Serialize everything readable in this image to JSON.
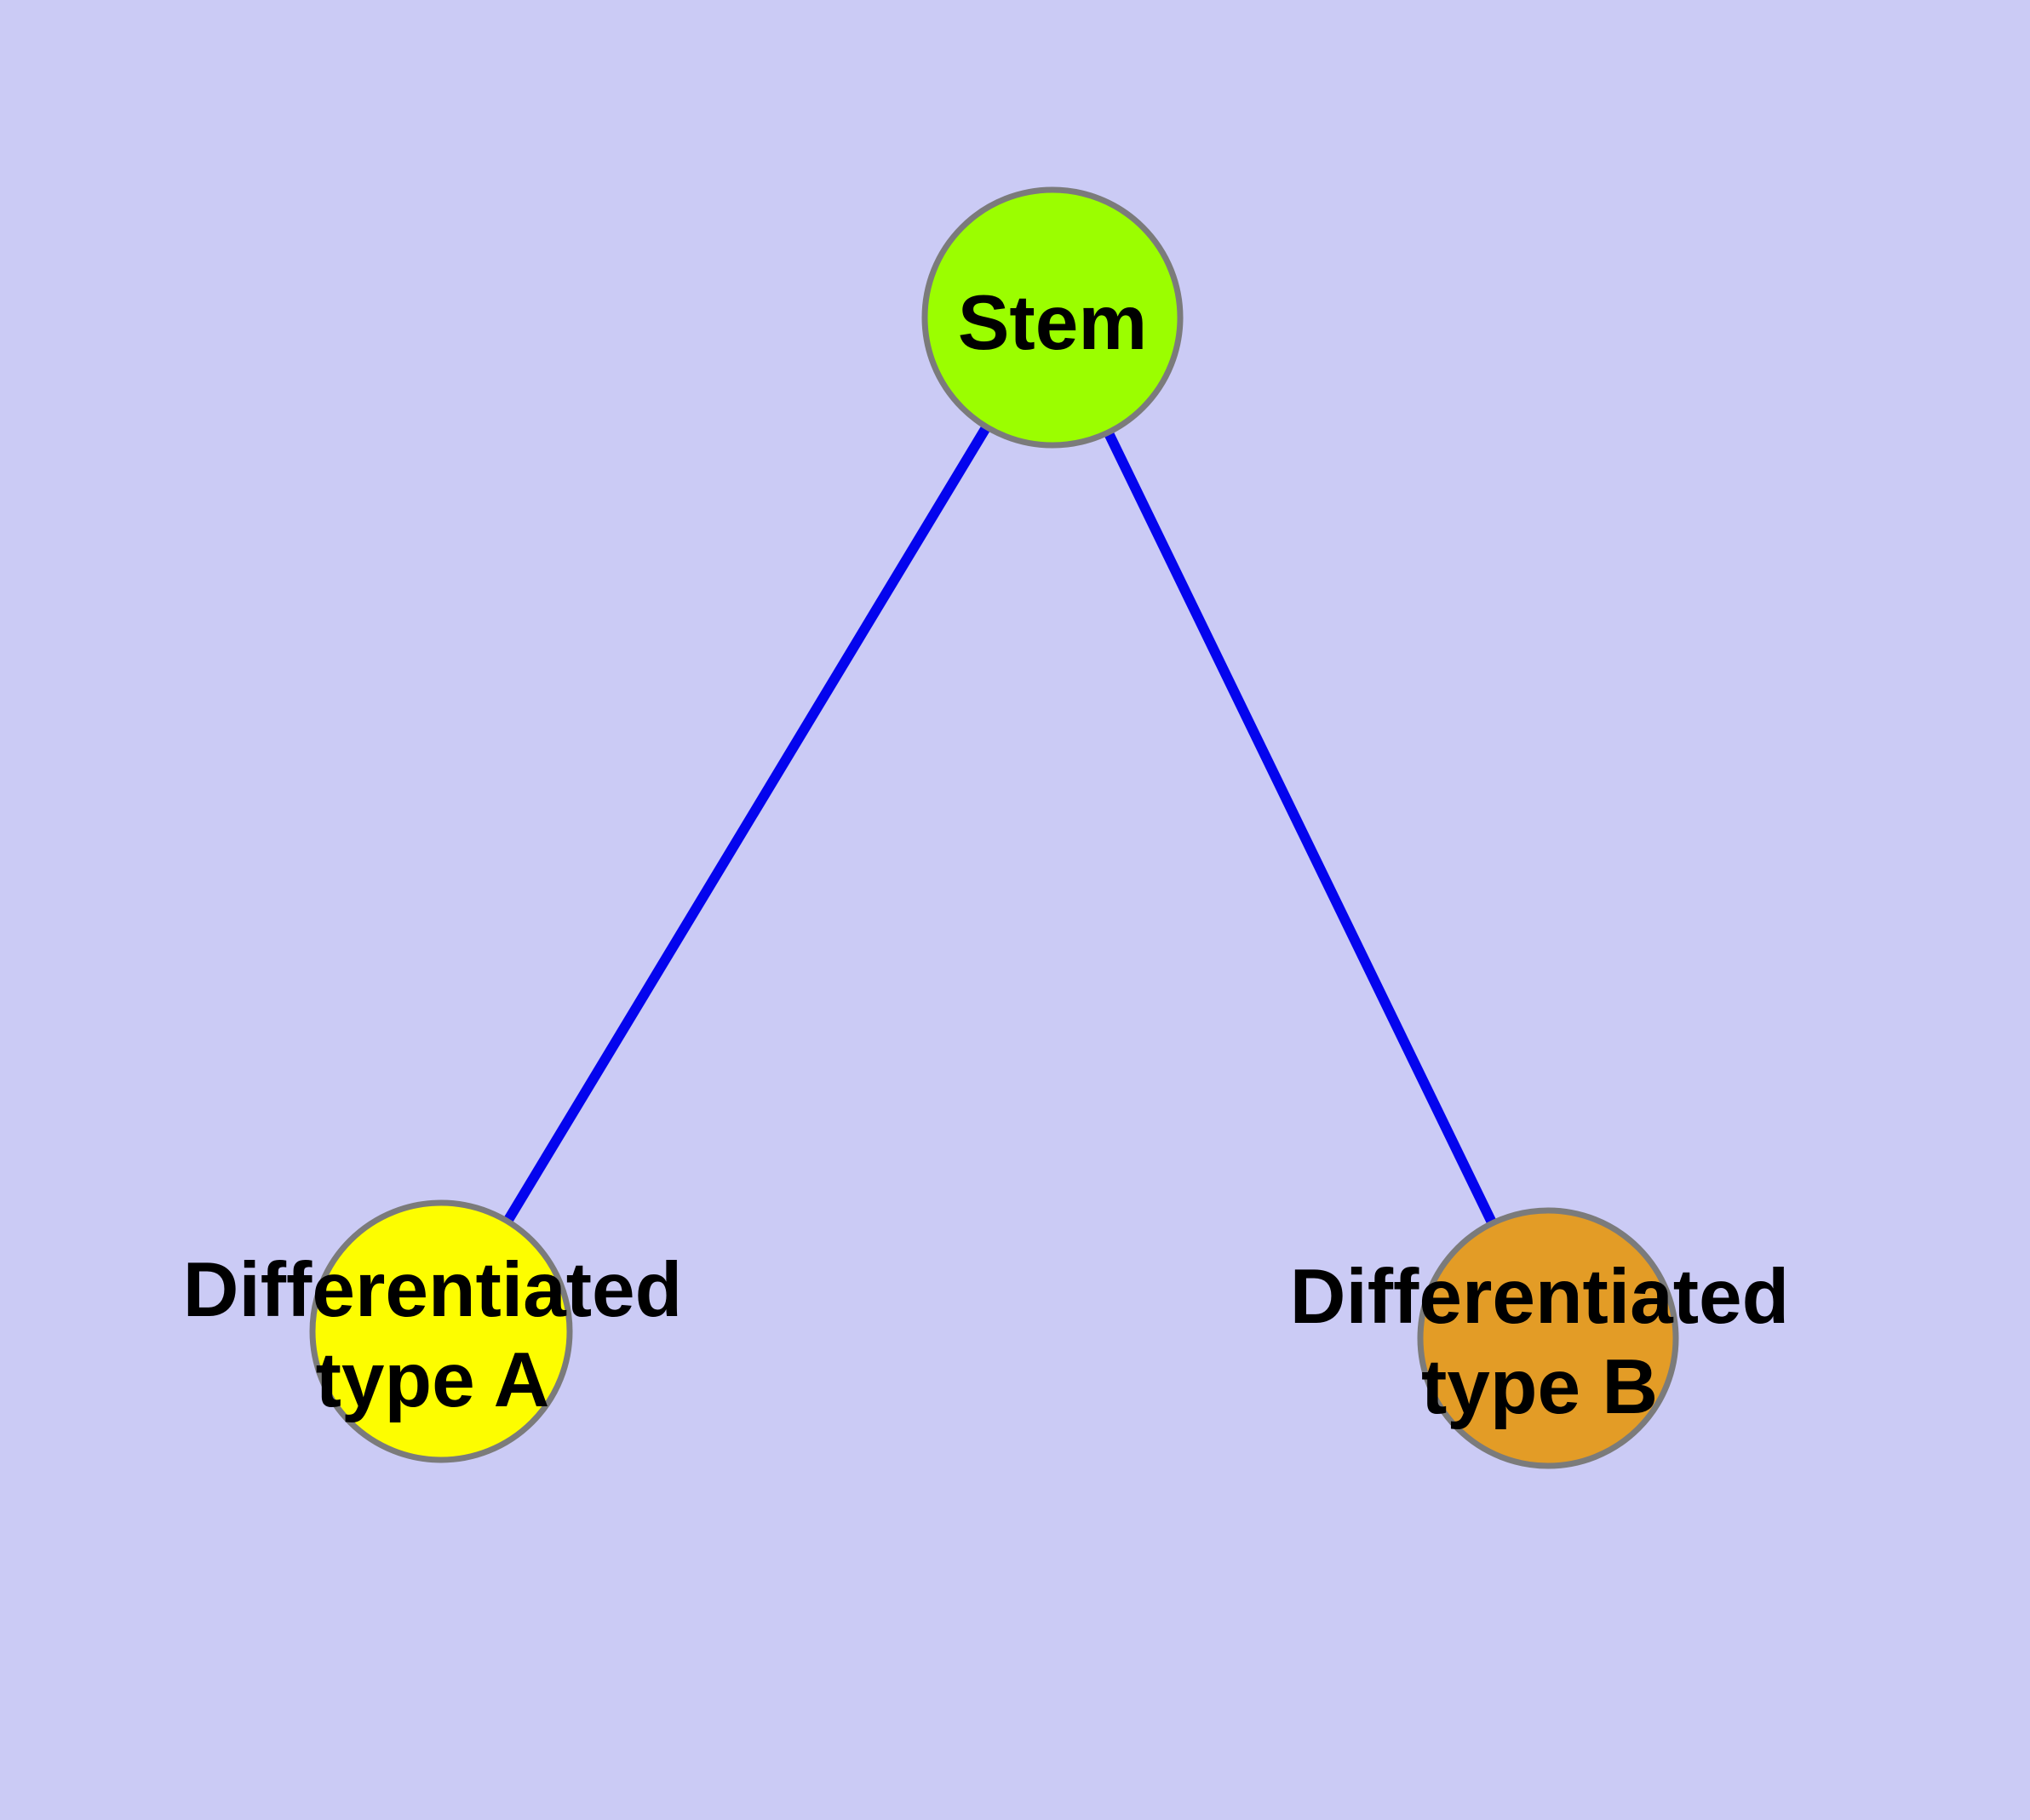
{
  "diagram": {
    "type": "graph",
    "background_color": "#cbcbf5",
    "edge_color": "#0404ee",
    "node_border_color": "#7b7b7b",
    "text_color": "#000000",
    "nodes": {
      "stem": {
        "label": "Stem",
        "color": "#9bfe00"
      },
      "type_a": {
        "label": "Differentiated type A",
        "label_line1": "Differentiated",
        "label_line2": "type A",
        "color": "#fdfd00"
      },
      "type_b": {
        "label": "Differentiated type B",
        "label_line1": "Differentiated",
        "label_line2": "type B",
        "color": "#e39c26"
      }
    },
    "edges": [
      {
        "from": "Stem",
        "to": "Differentiated type A"
      },
      {
        "from": "Stem",
        "to": "Differentiated type B"
      }
    ]
  }
}
